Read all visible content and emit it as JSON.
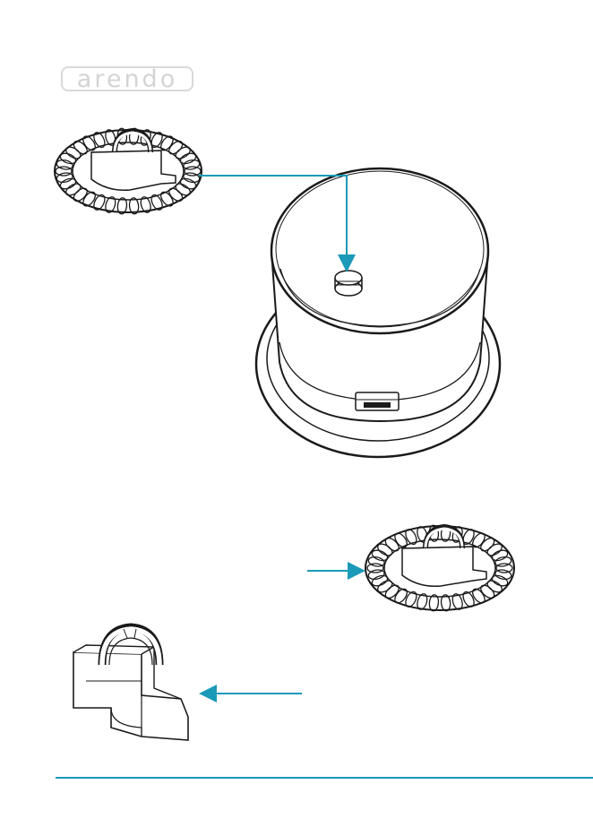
{
  "brand": {
    "logo_text": "arendo"
  },
  "colors": {
    "accent": "#1a9ab8",
    "line": "#1a1a1a",
    "logo": "#d4d4d4"
  },
  "figures": [
    {
      "id": "whisk-top",
      "icon": "whisk-spring-icon"
    },
    {
      "id": "milk-frother-jug",
      "icon": "frother-jug-icon"
    },
    {
      "id": "whisk-bottom",
      "icon": "whisk-spring-icon"
    },
    {
      "id": "whisk-holder",
      "icon": "whisk-holder-icon"
    }
  ],
  "footer": {
    "left": "",
    "right": ""
  }
}
